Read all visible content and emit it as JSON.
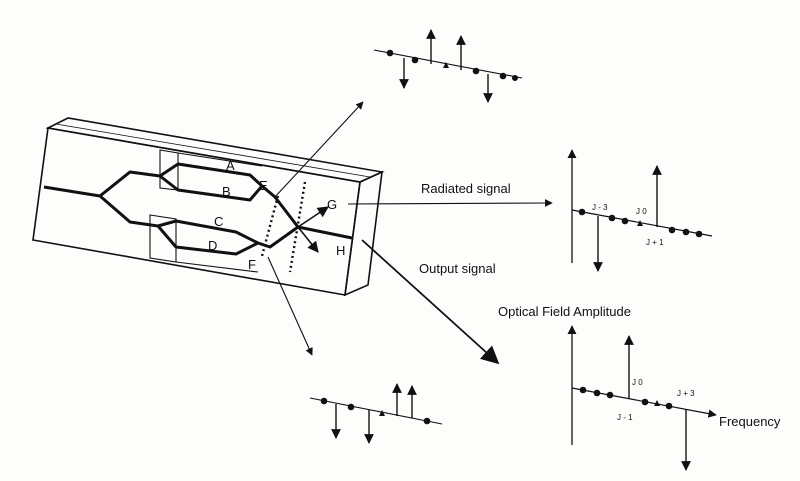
{
  "node_labels": {
    "a": "A",
    "b": "B",
    "c": "C",
    "d": "D",
    "e": "E",
    "f": "F",
    "g": "G",
    "h": "H"
  },
  "annotations": {
    "radiated_signal": "Radiated signal",
    "output_signal": "Output signal",
    "optical_field_amplitude": "Optical Field Amplitude",
    "frequency": "Frequency"
  },
  "spectrum_labels": {
    "radiated": {
      "j_minus_3": "J - 3",
      "j_0": "J 0",
      "j_plus_1": "J + 1"
    },
    "output": {
      "j_0": "J 0",
      "j_plus_3": "J + 3",
      "j_minus_1": "J - 1"
    }
  }
}
